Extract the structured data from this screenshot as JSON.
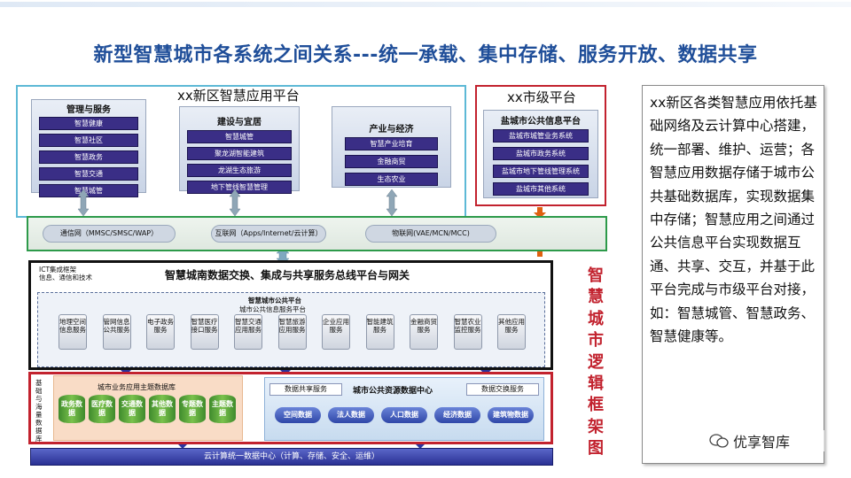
{
  "title": "新型智慧城市各系统之间关系---统一承载、集中存储、服务开放、数据共享",
  "new_district_platform": {
    "label": "xx新区智慧应用平台",
    "panels": [
      {
        "title": "管理与服务",
        "items": [
          "智慧健康",
          "智慧社区",
          "智慧政务",
          "智慧交通",
          "智慧城管"
        ]
      },
      {
        "title": "建设与宜居",
        "items": [
          "智慧城管",
          "聚龙湖智能建筑",
          "龙湖生态旅游",
          "地下管线智慧管理"
        ]
      },
      {
        "title": "产业与经济",
        "items": [
          "智慧产业培育",
          "金融商贸",
          "生态农业"
        ]
      }
    ]
  },
  "city_platform": {
    "label": "xx市级平台",
    "title": "盐城市公共信息平台",
    "items": [
      "盐城市城管业务系统",
      "盐城市政务系统",
      "盐城市地下管线管理系统",
      "盐城市其他系统"
    ]
  },
  "networks": [
    "通信网（MMSC/SMSC/WAP）",
    "互联网（Apps/Internet/云计算）",
    "物联网(VAE/MCN/MCC)"
  ],
  "ict": {
    "side_label": "ICT集成框架\n信息、通信和技术",
    "bus_title": "智慧城南数据交换、集成与共享服务总线平台与网关",
    "public_platform_title": "智慧城市公共平台",
    "public_platform_sub": "城市公共信息服务平台",
    "services": [
      "地理空间信息服务",
      "管网信息公共服务",
      "电子政务服务",
      "智慧医疗接口服务",
      "智慧交通应用服务",
      "智慧旅游应用服务",
      "企业应用服务",
      "智能建筑服务",
      "金融商贸服务",
      "智慧农业监控服务",
      "其他应用服务"
    ]
  },
  "data_layer": {
    "side_label": "基础与海量数据库",
    "business_db_title": "城市业务应用主题数据库",
    "business_dbs": [
      "政务数据",
      "医疗数据",
      "交通数据",
      "其他数据",
      "专题数据",
      "主题数据"
    ],
    "share_service": "数据共享服务",
    "center_title": "城市公共资源数据中心",
    "exchange_service": "数据交换服务",
    "resource_dbs": [
      "空间数据",
      "法人数据",
      "人口数据",
      "经济数据",
      "建筑物数据"
    ]
  },
  "cloud_bar": "云计算统一数据中心（计算、存储、安全、运维）",
  "vertical_title": "智慧城市逻辑框架图",
  "description": "xx新区各类智慧应用依托基础网络及云计算中心搭建，统一部署、维护、运营；各智慧应用数据存储于城市公共基础数据库，实现数据集中存储；智慧应用之间通过公共信息平台实现数据互通、共享、交互，并基于此平台完成与市级平台对接，如：智慧城管、智慧政务、智慧健康等。",
  "watermark": "优享智库",
  "colors": {
    "title": "#1f4e99",
    "red": "#c2222e",
    "navy": "#3a2e86",
    "green": "#2d9a4a"
  }
}
